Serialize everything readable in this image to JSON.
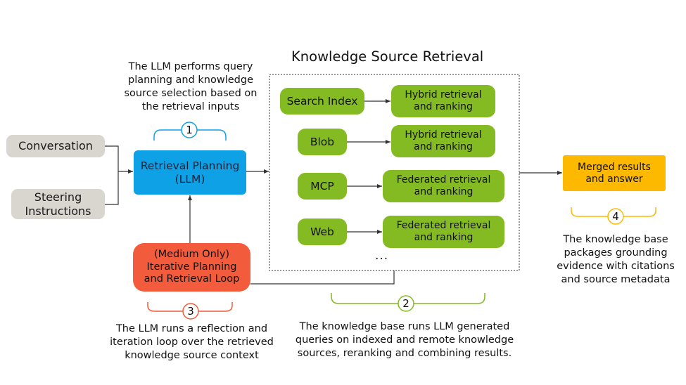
{
  "title": "Knowledge Source Retrieval",
  "inputs": {
    "conversation": "Conversation",
    "steering_line1": "Steering",
    "steering_line2": "Instructions"
  },
  "planning": {
    "line1": "Retrieval Planning",
    "line2": "(LLM)"
  },
  "loop": {
    "line1": "(Medium Only)",
    "line2": "Iterative Planning",
    "line3": "and Retrieval Loop"
  },
  "sources": [
    {
      "name": "Search Index",
      "result_line1": "Hybrid retrieval",
      "result_line2": "and ranking"
    },
    {
      "name": "Blob",
      "result_line1": "Hybrid retrieval",
      "result_line2": "and ranking"
    },
    {
      "name": "MCP",
      "result_line1": "Federated retrieval",
      "result_line2": "and ranking"
    },
    {
      "name": "Web",
      "result_line1": "Federated retrieval",
      "result_line2": "and ranking"
    }
  ],
  "more": "...",
  "merged": {
    "line1": "Merged results",
    "line2": "and answer"
  },
  "steps": {
    "one": {
      "number": "1",
      "lines": [
        "The LLM performs query",
        "planning and knowledge",
        "source selection based on",
        "the retrieval inputs"
      ]
    },
    "two": {
      "number": "2",
      "lines": [
        "The knowledge base runs LLM generated",
        "queries on indexed and remote knowledge",
        "sources, reranking and combining results."
      ]
    },
    "three": {
      "number": "3",
      "lines": [
        "The LLM runs a reflection and",
        "iteration loop over the retrieved",
        "knowledge source context"
      ]
    },
    "four": {
      "number": "4",
      "lines": [
        "The knowledge base",
        "packages grounding",
        "evidence with citations",
        "and source metadata"
      ]
    }
  },
  "colors": {
    "blue": "#0fa1e6",
    "green": "#84ba22",
    "red": "#f25c3c",
    "orange": "#fdb900",
    "gray": "#d9d5cf"
  }
}
